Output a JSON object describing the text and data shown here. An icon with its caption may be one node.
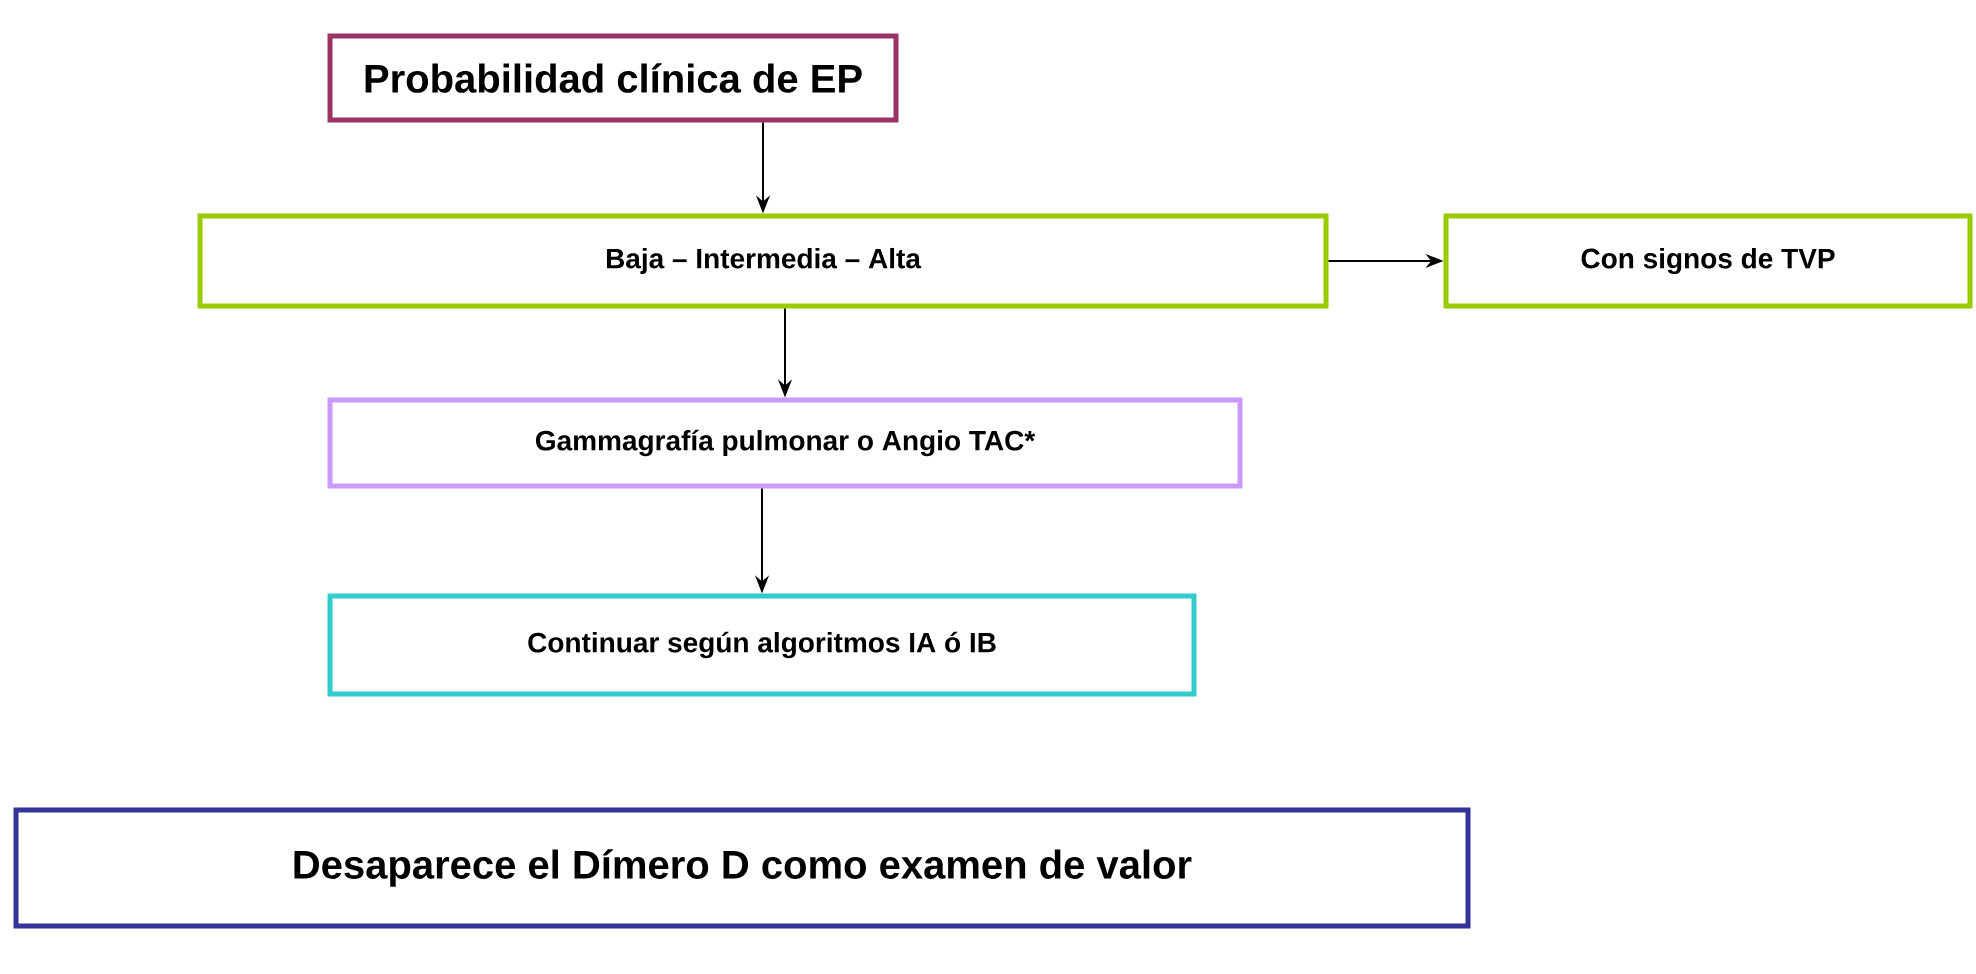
{
  "diagram": {
    "nodes": [
      {
        "text": [
          "Probabilidad clínica de EP"
        ]
      },
      {
        "text": [
          "Baja – Intermedia – Alta"
        ]
      },
      {
        "text": [
          "Con signos de TVP"
        ]
      },
      {
        "text": [
          "Gammagrafía pulmonar o Angio TAC*"
        ]
      },
      {
        "text": [
          "Continuar según algoritmos IA ó IB"
        ]
      },
      {
        "text": [
          "Desaparece el Dímero D como examen de valor"
        ]
      }
    ],
    "edges": [
      {
        "from": 0,
        "to": 1,
        "arrow": "to"
      },
      {
        "from": 1,
        "to": 2,
        "arrow": "to"
      },
      {
        "from": 1,
        "to": 3,
        "arrow": "to"
      },
      {
        "from": 3,
        "to": 4,
        "arrow": "to"
      }
    ]
  }
}
